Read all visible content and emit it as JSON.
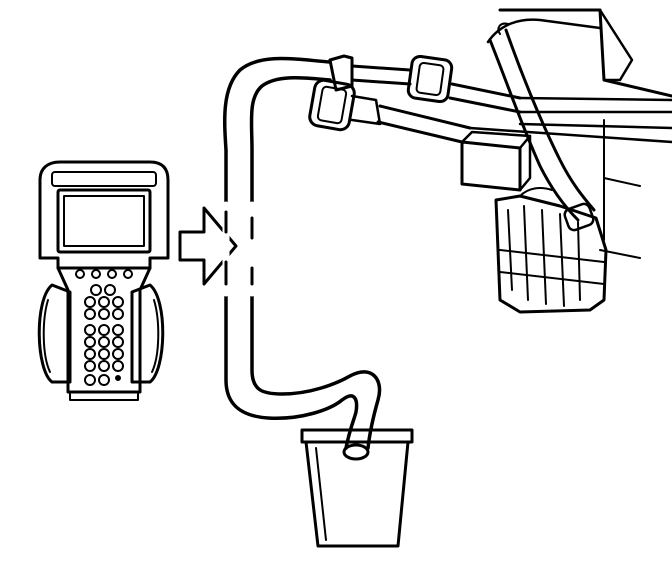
{
  "illustration": {
    "components": [
      {
        "name": "scan-tool",
        "icon": "handheld-scan-tool-icon"
      },
      {
        "name": "direction-arrow",
        "icon": "right-arrow-icon"
      },
      {
        "name": "drain-hose",
        "icon": "hose-icon"
      },
      {
        "name": "hose-connectors",
        "icon": "quick-connect-fitting-icon"
      },
      {
        "name": "fuel-rail-assembly",
        "icon": "engine-component-icon"
      },
      {
        "name": "collection-container",
        "icon": "container-icon"
      }
    ],
    "colors": {
      "line": "#000000",
      "background": "#ffffff"
    }
  }
}
